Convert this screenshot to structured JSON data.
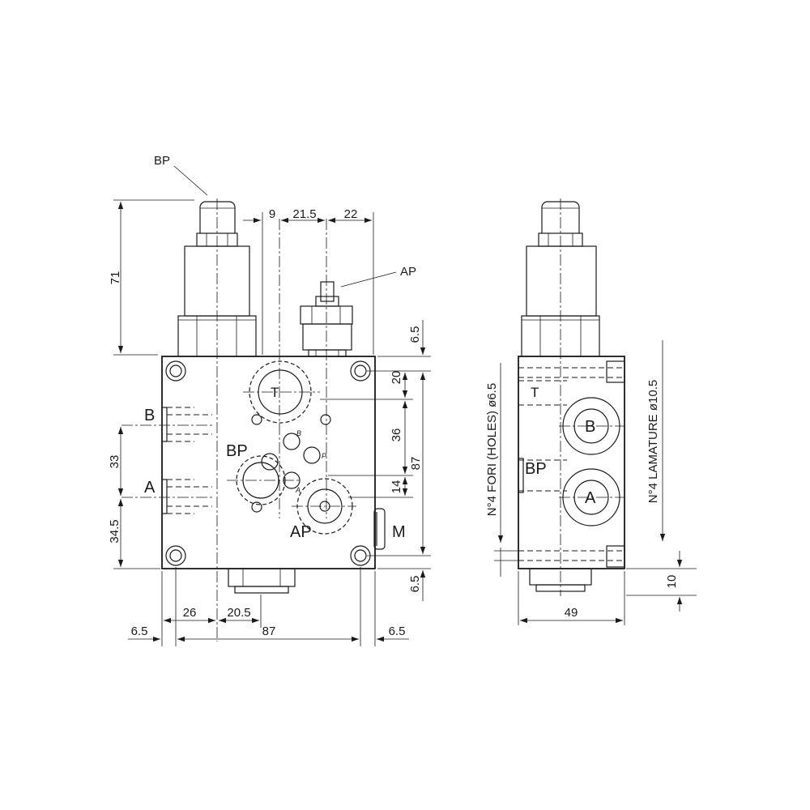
{
  "labels": {
    "callout_bp": "BP",
    "callout_ap": "AP",
    "port_b": "B",
    "port_a": "A",
    "port_t": "T",
    "port_bp": "BP",
    "port_ap": "AP",
    "port_m": "M",
    "small_b": "B",
    "small_p": "P",
    "small_a": "A",
    "side_t": "T",
    "side_bp": "BP",
    "side_b": "B",
    "side_a": "A"
  },
  "dimensions": {
    "height_71": "71",
    "top_9": "9",
    "top_21_5": "21.5",
    "top_22": "22",
    "right_6_5_top": "6.5",
    "right_20": "20",
    "right_36": "36",
    "right_87": "87",
    "right_14": "14",
    "right_6_5_bottom": "6.5",
    "left_33": "33",
    "left_34_5": "34.5",
    "bottom_26": "26",
    "bottom_20_5": "20.5",
    "bottom_87": "87",
    "bottom_6_5_left": "6.5",
    "bottom_6_5_right": "6.5",
    "side_49": "49",
    "side_10": "10"
  },
  "notes": {
    "holes": "N°4  FORI (HOLES)  ø6.5",
    "counterbore": "N°4  LAMATURE  ø10.5"
  }
}
